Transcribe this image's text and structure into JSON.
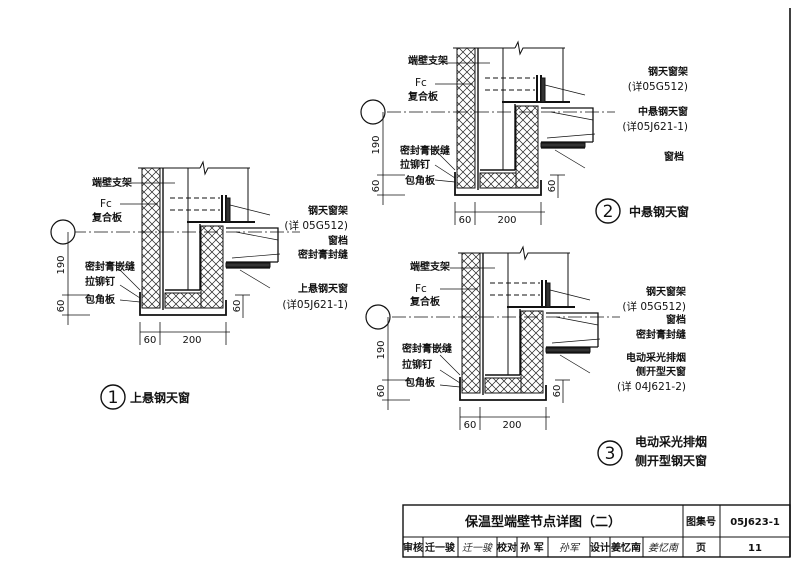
{
  "details": [
    {
      "number": "1",
      "caption": [
        "上悬钢天窗"
      ],
      "left_labels": [
        "端壁支架",
        "Fc",
        "复合板",
        "密封膏嵌缝",
        "拉铆钉",
        "包角板"
      ],
      "right_labels": [
        "钢天窗架",
        "(详 05G512)",
        "窗档",
        "密封膏封缝",
        "上悬钢天窗",
        "(详05J621-1)"
      ],
      "dims": {
        "h1": "190",
        "h2": "60",
        "h3": "60",
        "w1": "60",
        "w2": "200"
      }
    },
    {
      "number": "2",
      "caption": [
        "中悬钢天窗"
      ],
      "left_labels": [
        "端壁支架",
        "Fc",
        "复合板",
        "密封膏嵌缝",
        "拉铆钉",
        "包角板"
      ],
      "right_labels": [
        "钢天窗架",
        "(详05G512)",
        "中悬钢天窗",
        "(详05J621-1)",
        "窗档"
      ],
      "dims": {
        "h1": "190",
        "h2": "60",
        "h3": "60",
        "w1": "60",
        "w2": "200"
      }
    },
    {
      "number": "3",
      "caption": [
        "电动采光排烟",
        "侧开型钢天窗"
      ],
      "left_labels": [
        "端壁支架",
        "Fc",
        "复合板",
        "密封膏嵌缝",
        "拉铆钉",
        "包角板"
      ],
      "right_labels": [
        "钢天窗架",
        "(详 05G512)",
        "窗档",
        "密封膏封缝",
        "电动采光排烟",
        "侧开型天窗",
        "(详 04J621-2)"
      ],
      "dims": {
        "h1": "190",
        "h2": "60",
        "h3": "60",
        "w1": "60",
        "w2": "200"
      }
    }
  ],
  "title_block": {
    "title": "保温型端壁节点详图（二）",
    "atlas_label": "图集号",
    "atlas_no": "05J623-1",
    "review_label": "审核",
    "reviewer": "迁一骏",
    "reviewer_sig": "迁一骏",
    "check_label": "校对",
    "checker": "孙 军",
    "checker_sig": "孙军",
    "design_label": "设计",
    "designer": "姜忆南",
    "designer_sig": "姜忆南",
    "page_label": "页",
    "page_no": "11"
  }
}
